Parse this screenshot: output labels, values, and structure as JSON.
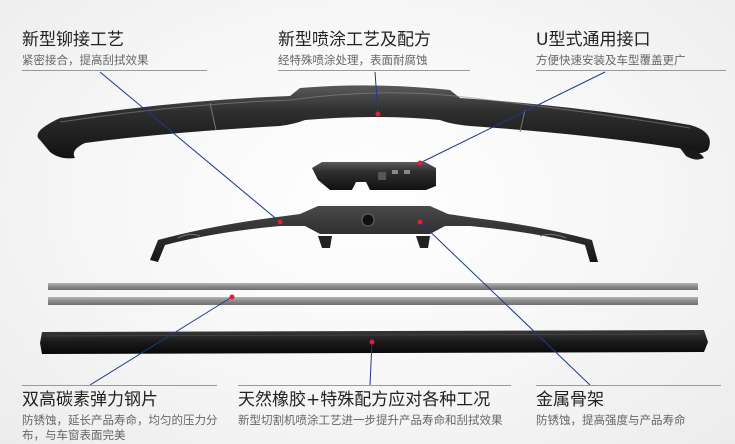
{
  "labels": {
    "top_left": {
      "title": "新型铆接工艺",
      "desc": "紧密接合，提高刮拭效果"
    },
    "top_center": {
      "title": "新型喷涂工艺及配方",
      "desc": "经特殊喷涂处理，表面耐腐蚀"
    },
    "top_right": {
      "title": "U型式通用接口",
      "desc": "方便快速安装及车型覆盖更广"
    },
    "bottom_left": {
      "title": "双高碳素弹力钢片",
      "desc": "防锈蚀，延长产品寿命，均匀的压力分布，与车窗表面完美"
    },
    "bottom_center": {
      "title": "天然橡胶+特殊配方应对各种工况",
      "desc": "新型切割机喷涂工艺进一步提升产品寿命和刮拭效果"
    },
    "bottom_right": {
      "title": "金属骨架",
      "desc": "防锈蚀，提高强度与产品寿命"
    }
  },
  "colors": {
    "callout_dot": "#e0203a",
    "leader_line": "#1e3a8a",
    "dark_part": "#2a2a2a",
    "steel_strip": "#8a8a8a"
  },
  "icons": {
    "blade_cover": "wiper-blade-cover",
    "adapter": "u-hook-adapter",
    "frame": "metal-frame",
    "strips": "steel-spring-strips",
    "rubber": "rubber-refill"
  }
}
